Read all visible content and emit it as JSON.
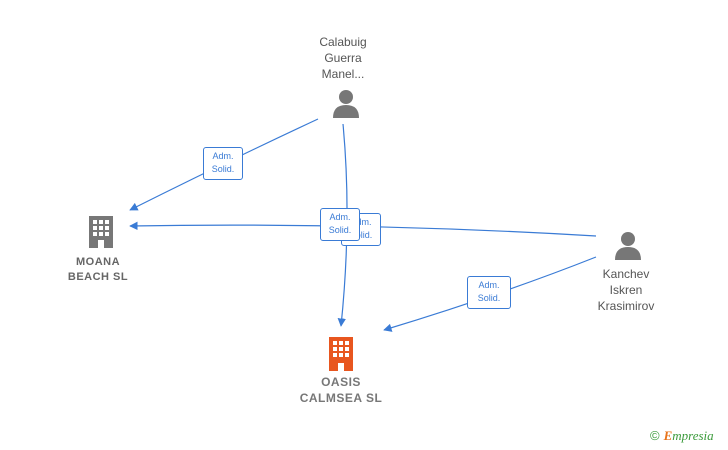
{
  "nodes": {
    "calabuig": {
      "lines": [
        "Calabuig",
        "Guerra",
        "Manel..."
      ],
      "type": "person"
    },
    "kanchev": {
      "lines": [
        "Kanchev",
        "Iskren",
        "Krasimirov"
      ],
      "type": "person"
    },
    "moana": {
      "lines": [
        "MOANA",
        "BEACH  SL"
      ],
      "type": "company"
    },
    "oasis": {
      "lines": [
        "OASIS",
        "CALMSEA  SL"
      ],
      "type": "company-focus"
    }
  },
  "edge_labels": {
    "calabuig_moana": [
      "Adm.",
      "Solid."
    ],
    "kanchev_moana": [
      "Adm.",
      "Solid."
    ],
    "calabuig_oasis": [
      "Adm.",
      "Solid."
    ],
    "kanchev_oasis": [
      "Adm.",
      "Solid."
    ]
  },
  "colors": {
    "edge": "#3a7bd5",
    "person": "#777777",
    "company": "#777777",
    "focus": "#e8561f"
  },
  "brand": {
    "copyright": "©",
    "name_initial": "E",
    "name_rest": "mpresia"
  }
}
